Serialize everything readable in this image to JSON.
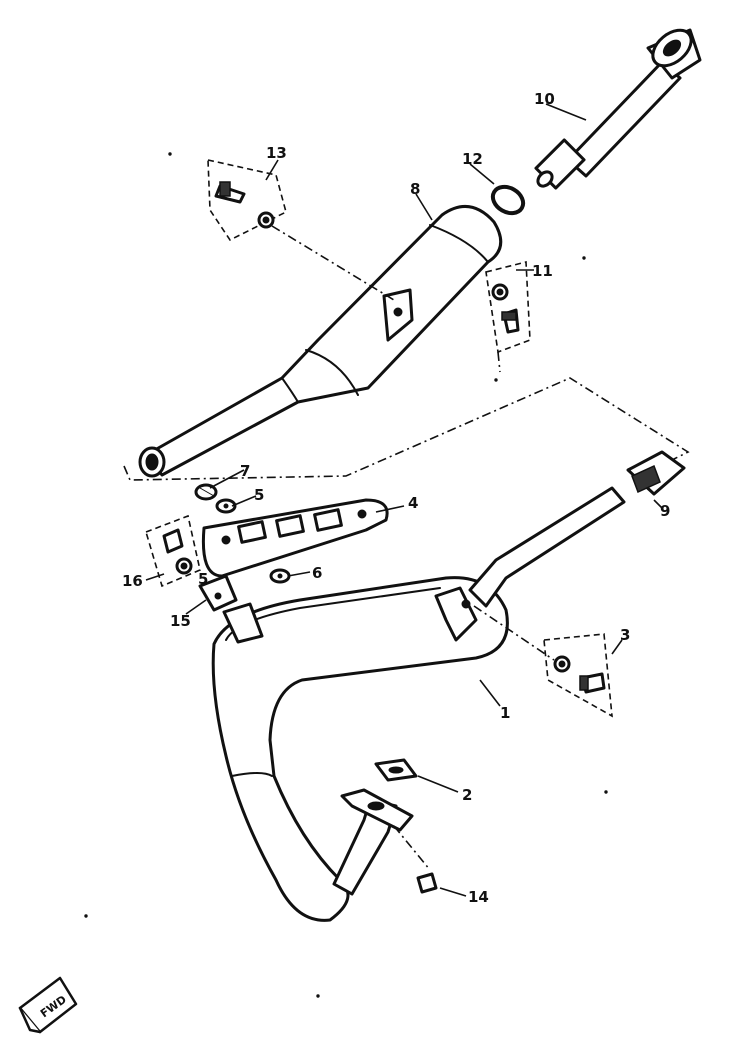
{
  "diagram": {
    "callouts": {
      "c1": "1",
      "c2": "2",
      "c3": "3",
      "c4": "4",
      "c5a": "5",
      "c6": "6",
      "c7": "7",
      "c8": "8",
      "c9": "9",
      "c10": "10",
      "c11": "11",
      "c12": "12",
      "c13": "13",
      "c14": "14",
      "c15": "15",
      "c16": "16",
      "c5b": "5"
    },
    "front_arrow_label": "FWD",
    "line_color": "#111111",
    "background": "#ffffff"
  }
}
